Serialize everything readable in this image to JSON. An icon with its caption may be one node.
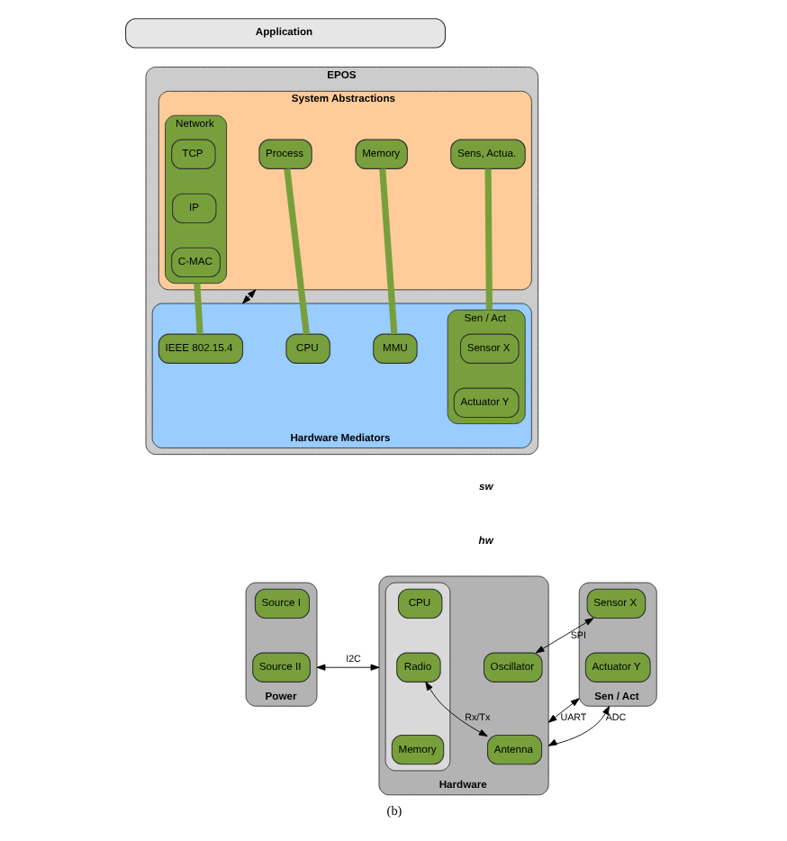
{
  "diagram": {
    "caption": "(b)",
    "nodes": [
      {
        "text": [
          "Application"
        ]
      },
      {
        "text": [
          "EPOS"
        ]
      },
      {
        "text": [
          "System Abstractions"
        ],
        "in": 1
      },
      {
        "text": [
          "Process"
        ],
        "in": 2
      },
      {
        "text": [
          "Memory"
        ],
        "in": 2
      },
      {
        "text": [
          "Network"
        ],
        "in": 2
      },
      {
        "text": [
          "TCP"
        ],
        "in": 5
      },
      {
        "text": [
          "IP"
        ],
        "in": 5
      },
      {
        "text": [
          "C-MAC"
        ],
        "in": 5
      },
      {
        "text": [
          "Sens, Actua."
        ],
        "in": 2
      },
      {
        "text": [
          "Hardware Mediators"
        ],
        "in": 1
      },
      {
        "text": [
          "CPU"
        ],
        "in": 10
      },
      {
        "text": [
          "MMU"
        ],
        "in": 10
      },
      {
        "text": [
          "IEEE 802.15.4"
        ],
        "in": 10
      },
      {
        "text": [
          "Sen / Act"
        ],
        "in": 10
      },
      {
        "text": [
          "Sensor X"
        ],
        "in": 14
      },
      {
        "text": [
          "Actuator Y"
        ],
        "in": 14
      },
      {
        "text": [
          "Power"
        ]
      },
      {
        "text": [
          "Source I"
        ],
        "in": 17
      },
      {
        "text": [
          "Source II"
        ],
        "in": 17
      },
      {
        "text": [
          "Hardware"
        ]
      },
      {
        "text": [],
        "shape": "box",
        "in": 20
      },
      {
        "text": [
          "CPU"
        ],
        "in": 21
      },
      {
        "text": [
          "Radio"
        ],
        "in": 21
      },
      {
        "text": [
          "Memory"
        ],
        "in": 21
      },
      {
        "text": [
          "Oscillator"
        ],
        "in": 20
      },
      {
        "text": [
          "Antenna"
        ],
        "in": 20
      },
      {
        "text": [
          "Sen / Act"
        ]
      },
      {
        "text": [
          "Sensor X"
        ],
        "in": 27
      },
      {
        "text": [
          "Actuator Y"
        ],
        "in": 27
      }
    ],
    "edges": [
      {
        "from": 3,
        "to": 11,
        "arrow": "none",
        "style": "thick",
        "color": "#77a03c"
      },
      {
        "from": 4,
        "to": 12,
        "arrow": "none",
        "style": "thick",
        "color": "#77a03c"
      },
      {
        "from": 5,
        "to": 13,
        "arrow": "none",
        "style": "thick",
        "color": "#77a03c"
      },
      {
        "from": 9,
        "to": 14,
        "arrow": "none",
        "style": "thick",
        "color": "#77a03c"
      },
      {
        "from": 2,
        "to": 10,
        "arrow": "both",
        "color": "#000000"
      },
      {
        "from": 17,
        "to": 20,
        "arrow": "both",
        "label": "I2C",
        "color": "#000000"
      },
      {
        "from": 23,
        "to": 26,
        "arrow": "both",
        "label": "Rx/Tx",
        "color": "#000000"
      },
      {
        "from": 25,
        "to": 28,
        "arrow": "both",
        "label": "SPI",
        "color": "#000000"
      },
      {
        "from": 20,
        "to": 27,
        "arrow": "both",
        "label": "UART",
        "color": "#000000"
      },
      {
        "from": 20,
        "to": 27,
        "arrow": "both",
        "label": "ADC",
        "color": "#000000"
      }
    ],
    "labels": [
      "sw",
      "hw"
    ]
  }
}
